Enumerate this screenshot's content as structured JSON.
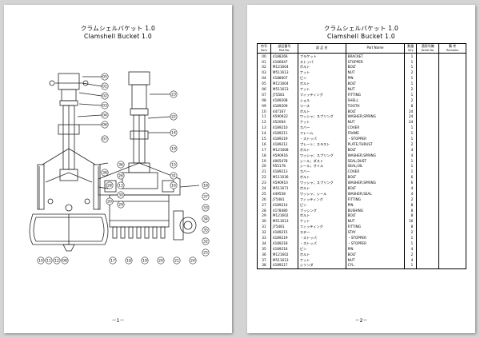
{
  "doc": {
    "title_jp": "クラムシェルバケット 1.0",
    "title_en": "Clamshell Bucket  1.0"
  },
  "page1": {
    "page_number": "－1－",
    "callouts_left": [
      "05",
      "01",
      "02",
      "03",
      "04",
      "06",
      "07",
      "38",
      "28",
      "20"
    ],
    "callouts_bottom_left": [
      "10",
      "11",
      "12",
      "08"
    ],
    "callouts_right_side": [
      "36",
      "26",
      "13",
      "30",
      "29",
      "23",
      "22",
      "14",
      "19",
      "15",
      "31",
      "16",
      "18",
      "37",
      "33",
      "34",
      "35",
      "32",
      "25"
    ],
    "callouts_bottom_right": [
      "17",
      "18",
      "19",
      "20",
      "21",
      "24"
    ]
  },
  "page2": {
    "page_number": "－2－",
    "headers": {
      "no": "符号",
      "no_en": "Item",
      "partno": "部品番号",
      "partno_en": "Part No.",
      "name_jp": "部 品 名",
      "name_en": "Part Name",
      "qty": "数量",
      "qty_en": "Q'ty",
      "serial": "適用号機",
      "serial_en": "Serial No.",
      "remarks": "備 考",
      "remarks_en": "Remarks"
    },
    "rows": [
      {
        "no": "00",
        "part": "4188266",
        "jp": "ブラケット",
        "en": "BRACKET",
        "qty": "1"
      },
      {
        "no": "01",
        "part": "4166647",
        "jp": "ストッパ",
        "en": "STOPPER",
        "qty": "1"
      },
      {
        "no": "02",
        "part": "M121604",
        "jp": "ボルト",
        "en": "BOLT",
        "qty": "1"
      },
      {
        "no": "03",
        "part": "M511613",
        "jp": "ナット",
        "en": "NUT",
        "qty": "2"
      },
      {
        "no": "04",
        "part": "4188007",
        "jp": "ピン",
        "en": "PIN",
        "qty": "1"
      },
      {
        "no": "05",
        "part": "M121604",
        "jp": "ボルト",
        "en": "BOLT",
        "qty": "1"
      },
      {
        "no": "06",
        "part": "M511613",
        "jp": "ナット",
        "en": "NUT",
        "qty": "2"
      },
      {
        "no": "07",
        "part": "J75581",
        "jp": "フィッティング",
        "en": "FITTING",
        "qty": "1"
      },
      {
        "no": "08",
        "part": "4189208",
        "jp": "シェル",
        "en": "SHELL",
        "qty": "2"
      },
      {
        "no": "09",
        "part": "4189209",
        "jp": "ツース",
        "en": "TOOTH",
        "qty": "8"
      },
      {
        "no": "10",
        "part": "447167",
        "jp": "ボルト",
        "en": "BOLT",
        "qty": "24"
      },
      {
        "no": "11",
        "part": "A590922",
        "jp": "ワッシャ；スプリング",
        "en": "WASHER;SPRING",
        "qty": "24"
      },
      {
        "no": "12",
        "part": "452064",
        "jp": "ナット",
        "en": "NUT",
        "qty": "24"
      },
      {
        "no": "13",
        "part": "4189210",
        "jp": "カバー",
        "en": "COVER",
        "qty": "1"
      },
      {
        "no": "14",
        "part": "4189211",
        "jp": "フレーム",
        "en": "FRAME",
        "qty": "1"
      },
      {
        "no": "15",
        "part": "4189219",
        "jp": "・ストッパ",
        "en": "・STOPPER",
        "qty": "1"
      },
      {
        "no": "16",
        "part": "4189212",
        "jp": "プレート；スラスト",
        "en": "PLATE;THRUST",
        "qty": "2"
      },
      {
        "no": "17",
        "part": "M121608",
        "jp": "ボルト",
        "en": "BOLT",
        "qty": "4"
      },
      {
        "no": "18",
        "part": "A590916",
        "jp": "ワッシャ；スプリング",
        "en": "WASHER;SPRING",
        "qty": "4"
      },
      {
        "no": "19",
        "part": "4065478",
        "jp": "シール；ダスト",
        "en": "SEAL;DUST",
        "qty": "1"
      },
      {
        "no": "20",
        "part": "955178",
        "jp": "シール；オイル",
        "en": "SEAL;OIL",
        "qty": "1"
      },
      {
        "no": "21",
        "part": "4189213",
        "jp": "カバー",
        "en": "COVER",
        "qty": "1"
      },
      {
        "no": "22",
        "part": "M111036",
        "jp": "ボルト",
        "en": "BOLT",
        "qty": "6"
      },
      {
        "no": "23",
        "part": "A590910",
        "jp": "ワッシャ；スプリング",
        "en": "WASHER;SPRING",
        "qty": "6"
      },
      {
        "no": "24",
        "part": "M511671",
        "jp": "ボルト",
        "en": "BOLT",
        "qty": "4"
      },
      {
        "no": "25",
        "part": "449558",
        "jp": "ワッシャ；シール",
        "en": "WASHER;SEAL",
        "qty": "4"
      },
      {
        "no": "26",
        "part": "J75481",
        "jp": "フィッティング",
        "en": "FITTING",
        "qty": "2"
      },
      {
        "no": "27",
        "part": "4189214",
        "jp": "ピン",
        "en": "PIN",
        "qty": "8"
      },
      {
        "no": "28",
        "part": "4178480",
        "jp": "ブッシング",
        "en": "BUSHING",
        "qty": "8"
      },
      {
        "no": "29",
        "part": "M121602",
        "jp": "ボルト",
        "en": "BOLT",
        "qty": "8"
      },
      {
        "no": "30",
        "part": "M511613",
        "jp": "ナット",
        "en": "NUT",
        "qty": "16"
      },
      {
        "no": "31",
        "part": "J75481",
        "jp": "フィッティング",
        "en": "FITTING",
        "qty": "8"
      },
      {
        "no": "32",
        "part": "4189215",
        "jp": "ステー",
        "en": "STAY",
        "qty": "2"
      },
      {
        "no": "33",
        "part": "4189219",
        "jp": "・ストッパ",
        "en": "・STOPPER",
        "qty": "1"
      },
      {
        "no": "34",
        "part": "4189218",
        "jp": "・ストッパ",
        "en": "・STOPPER",
        "qty": "1"
      },
      {
        "no": "35",
        "part": "4189216",
        "jp": "ピン",
        "en": "PIN",
        "qty": "4"
      },
      {
        "no": "36",
        "part": "M121602",
        "jp": "ボルト",
        "en": "BOLT",
        "qty": "2"
      },
      {
        "no": "37",
        "part": "M511613",
        "jp": "ナット",
        "en": "NUT",
        "qty": "4"
      },
      {
        "no": "38",
        "part": "4189217",
        "jp": "シリンダ",
        "en": "CYL.",
        "qty": "1"
      }
    ]
  }
}
